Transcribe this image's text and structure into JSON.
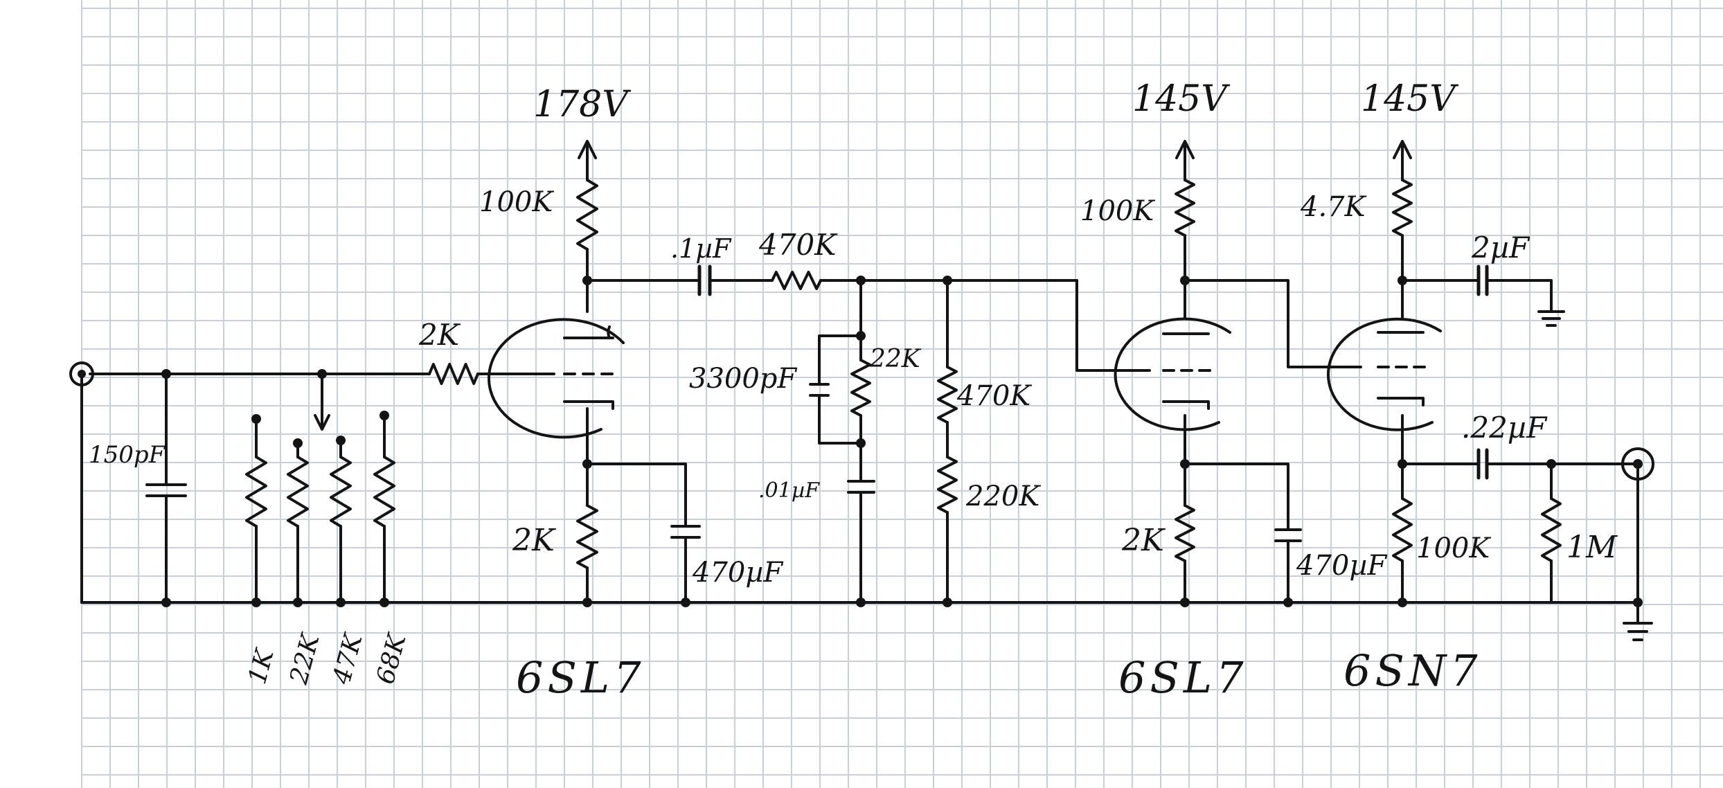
{
  "colors": {
    "paper": "#ffffff",
    "grid": "#c9cfd6",
    "ink": "#141414"
  },
  "supplies": {
    "stage1": "178V",
    "stage2": "145V",
    "stage3": "145V"
  },
  "tubes": {
    "stage1": "6SL7",
    "stage2": "6SL7",
    "stage3": "6SN7"
  },
  "input": {
    "shunt_cap": "150pF",
    "series_resistor": "2K",
    "selector_resistors": [
      "1K",
      "22K",
      "47K",
      "68K"
    ]
  },
  "stage1": {
    "plate_resistor": "100K",
    "cathode_resistor": "2K",
    "cathode_cap": "470µF"
  },
  "interstage": {
    "coupling_cap": ".1µF",
    "series_resistor": "470K",
    "shunt_cap_a": "3300pF",
    "shunt_resistor_a": "22K",
    "shunt_cap_b": ".01µF",
    "divider_upper": "470K",
    "divider_lower": "220K"
  },
  "stage2": {
    "plate_resistor": "100K",
    "cathode_resistor": "2K",
    "cathode_cap": "470µF"
  },
  "stage3": {
    "plate_resistor": "4.7K",
    "plate_bypass_cap": "2µF",
    "cathode_resistor": "100K",
    "output_cap": ".22µF",
    "output_resistor": "1M"
  }
}
